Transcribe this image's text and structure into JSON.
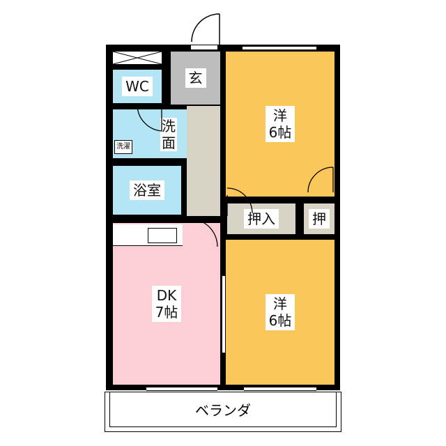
{
  "rooms": {
    "wc": "WC",
    "entrance": "玄",
    "washroom": "洗\n面",
    "laundry": "洗濯",
    "bath": "浴室",
    "western1": "洋\n6帖",
    "closet1": "押入",
    "closet2": "押",
    "dk": "DK\n7帖",
    "western2": "洋\n6帖",
    "balcony": "ベランダ"
  },
  "colors": {
    "western": "#fcc75a",
    "dk": "#fbcfd5",
    "wet": "#b3e5f4",
    "entrance": "#bdbdbd",
    "hall": "#d7d4c6"
  }
}
